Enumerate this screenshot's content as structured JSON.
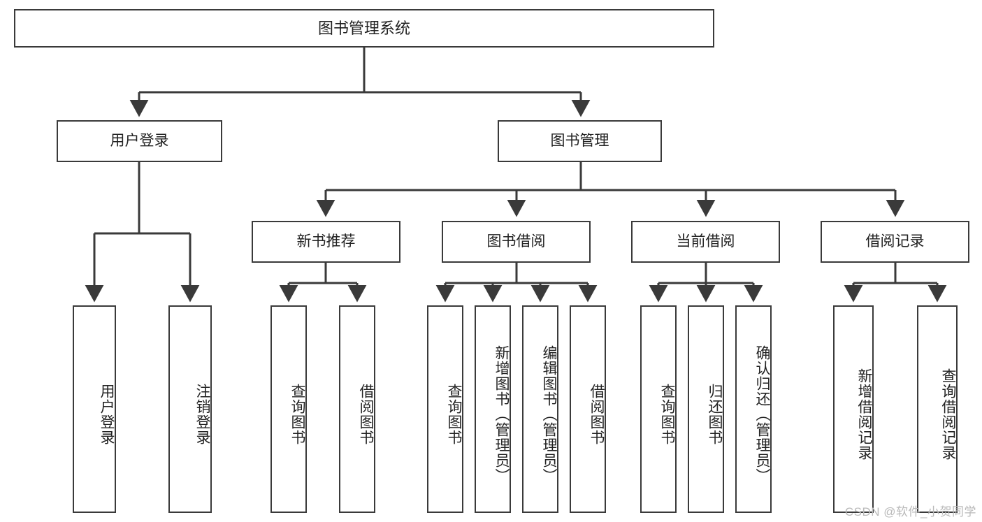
{
  "diagram": {
    "type": "tree",
    "title": "图书管理系统",
    "root": {
      "id": "root",
      "label": "图书管理系统"
    },
    "level1": [
      {
        "id": "user-login",
        "label": "用户登录"
      },
      {
        "id": "book-manage",
        "label": "图书管理"
      }
    ],
    "level2": [
      {
        "id": "new-book-recommend",
        "label": "新书推荐",
        "parent": "book-manage"
      },
      {
        "id": "book-borrow",
        "label": "图书借阅",
        "parent": "book-manage"
      },
      {
        "id": "current-borrow",
        "label": "当前借阅",
        "parent": "book-manage"
      },
      {
        "id": "borrow-record",
        "label": "借阅记录",
        "parent": "book-manage"
      }
    ],
    "leaves": [
      {
        "id": "leaf-user-login",
        "label": "用户登录",
        "parent": "user-login"
      },
      {
        "id": "leaf-logout",
        "label": "注销登录",
        "parent": "user-login"
      },
      {
        "id": "leaf-query-book-1",
        "label": "查询图书",
        "parent": "new-book-recommend"
      },
      {
        "id": "leaf-borrow-book-1",
        "label": "借阅图书",
        "parent": "new-book-recommend"
      },
      {
        "id": "leaf-query-book-2",
        "label": "查询图书",
        "parent": "book-borrow"
      },
      {
        "id": "leaf-add-book",
        "label": "新增图书（管理员）",
        "parent": "book-borrow"
      },
      {
        "id": "leaf-edit-book",
        "label": "编辑图书（管理员）",
        "parent": "book-borrow"
      },
      {
        "id": "leaf-borrow-book-2",
        "label": "借阅图书",
        "parent": "book-borrow"
      },
      {
        "id": "leaf-query-book-3",
        "label": "查询图书",
        "parent": "current-borrow"
      },
      {
        "id": "leaf-return-book",
        "label": "归还图书",
        "parent": "current-borrow"
      },
      {
        "id": "leaf-confirm-return",
        "label": "确认归还（管理员）",
        "parent": "current-borrow"
      },
      {
        "id": "leaf-add-record",
        "label": "新增借阅记录",
        "parent": "borrow-record"
      },
      {
        "id": "leaf-query-record",
        "label": "查询借阅记录",
        "parent": "borrow-record"
      }
    ],
    "colors": {
      "border": "#3a3a3a",
      "background": "#ffffff",
      "text": "#222222",
      "watermark": "#b9b9b9"
    }
  },
  "watermark": {
    "text": "CSDN @软件_小贺同学"
  }
}
